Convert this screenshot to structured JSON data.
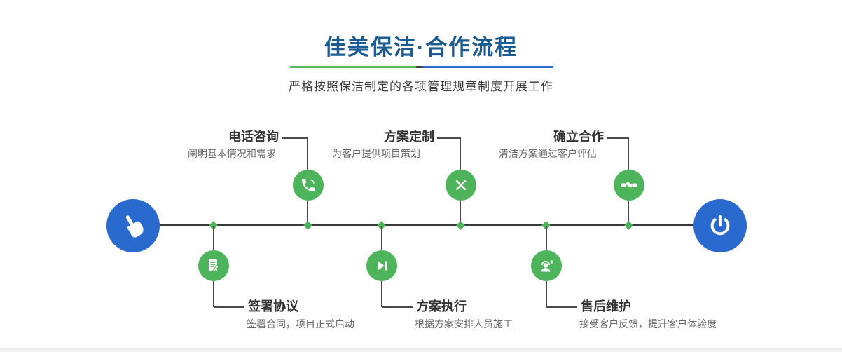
{
  "header": {
    "title": "佳美保洁·合作流程",
    "subtitle": "严格按照保洁制定的各项管理规章制度开展工作"
  },
  "steps_top": [
    {
      "title": "电话咨询",
      "desc": "阐明基本情况和需求",
      "icon": "phone-icon"
    },
    {
      "title": "方案定制",
      "desc": "为客户提供项目策划",
      "icon": "design-tools-icon"
    },
    {
      "title": "确立合作",
      "desc": "清洁方案通过客户评估",
      "icon": "handshake-icon"
    }
  ],
  "steps_bottom": [
    {
      "title": "签署协议",
      "desc": "签署合同，项目正式启动",
      "icon": "contract-sign-icon"
    },
    {
      "title": "方案执行",
      "desc": "根据方案安排人员施工",
      "icon": "play-next-icon"
    },
    {
      "title": "售后维护",
      "desc": "接受客户反馈，提升客户体验度",
      "icon": "customer-service-icon"
    }
  ],
  "endpoints": {
    "start_icon": "hand-pointer-icon",
    "end_icon": "power-icon"
  },
  "colors": {
    "title_navy": "#1b5b93",
    "accent_green": "#4db45c",
    "accent_blue": "#2a6ace",
    "divider_green": "#5cb85c",
    "divider_mid": "#444444",
    "divider_blue": "#2f6ad1",
    "line_dark": "#3a3a3a"
  }
}
